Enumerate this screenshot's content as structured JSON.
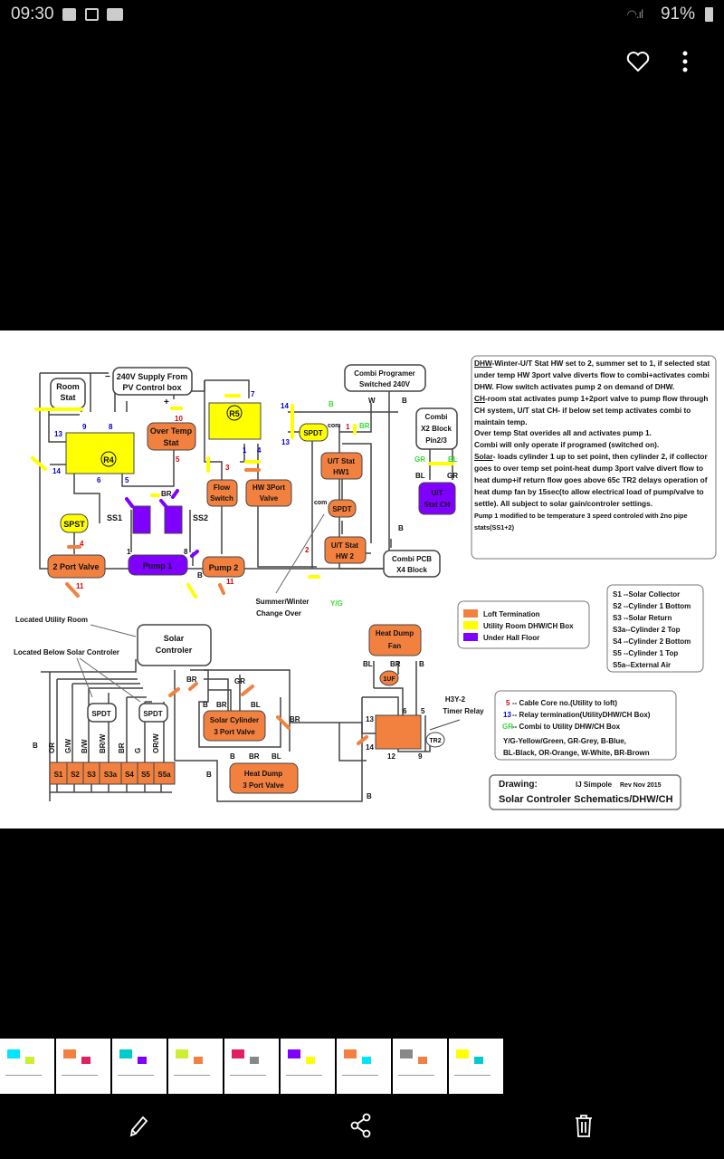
{
  "status_bar": {
    "time": "09:30",
    "notification_icons": [
      "gallery-icon",
      "download-icon",
      "outlook-icon"
    ],
    "battery_percent": "91%"
  },
  "top_bar": {
    "favorite_icon": "heart-icon",
    "menu_icon": "more-vert-icon"
  },
  "diagram": {
    "room_stat": [
      "Room",
      "Stat"
    ],
    "supply": [
      "240V Supply From",
      "PV Control box"
    ],
    "supply_minus": "−",
    "supply_plus": "+",
    "over_temp_stat": [
      "Over Temp",
      "Stat"
    ],
    "relay_r4": "R4",
    "relay_r5": "R5",
    "spst": "SPST",
    "two_port_valve": "2 Port Valve",
    "pump1": "Pump 1",
    "pump2": "Pump 2",
    "ss1": "SS1",
    "ss2": "SS2",
    "flow_switch": [
      "Flow",
      "Switch"
    ],
    "hw_3port_valve": [
      "HW 3Port",
      "Valve"
    ],
    "combi_programmer": [
      "Combi Programer",
      "Switched 240V"
    ],
    "spdt": "SPDT",
    "com": "com",
    "ut_stat_hw1": [
      "U/T Stat",
      "HW1"
    ],
    "ut_stat_hw2": [
      "U/T Stat",
      "HW 2"
    ],
    "combi_x2": [
      "Combi",
      "X2 Block",
      "Pin2/3"
    ],
    "ut_stat_ch": [
      "U/T",
      "Stat CH"
    ],
    "combi_pcb": [
      "Combi PCB",
      "X4 Block"
    ],
    "summer_winter": [
      "Summer/Winter",
      "Change Over"
    ],
    "located_utility": "Located Utility Room",
    "located_below": "Located Below Solar Controler",
    "solar_controller": [
      "Solar",
      "Controler"
    ],
    "solar_cylinder_valve": [
      "Solar Cylinder",
      "3 Port Valve"
    ],
    "heat_dump_valve": [
      "Heat Dump",
      "3 Port Valve"
    ],
    "heat_dump_fan": [
      "Heat Dump",
      "Fan"
    ],
    "tuf": "1UF",
    "timer_relay": [
      "H3Y-2",
      "Timer Relay"
    ],
    "tr2": "TR2",
    "sensor_terminals": [
      "S1",
      "S2",
      "S3",
      "S3a",
      "S4",
      "S5",
      "S5a"
    ],
    "sensor_wires": [
      "OR",
      "G/W",
      "B/W",
      "BR/W",
      "BR",
      "G",
      "OR/W"
    ],
    "wire_labels": {
      "b": "B",
      "br": "BR",
      "bl": "BL",
      "gr": "GR",
      "w": "W",
      "yg": "Y/G"
    },
    "relay_terms_blue": [
      "13",
      "9",
      "8",
      "14",
      "6",
      "5",
      "7",
      "14",
      "13",
      "1",
      "4"
    ],
    "core_nums_red": [
      "10",
      "5",
      "3",
      "4",
      "11",
      "11",
      "1",
      "2"
    ],
    "timer_terms": [
      "13",
      "14",
      "6",
      "5",
      "12",
      "9"
    ],
    "pump_terms": [
      "1",
      "8"
    ]
  },
  "description": {
    "dhw_head": "DHW",
    "dhw_text": "-Winter-U/T Stat HW set to 2, summer set to 1, if selected stat under temp HW 3port valve diverts flow to combi+activates combi DHW. Flow switch activates pump 2 on demand of DHW.",
    "ch_head": "CH",
    "ch_text": "-room stat activates pump 1+2port valve to pump flow through CH system, U/T stat CH- if below set temp activates combi to maintain temp.",
    "over_temp": "Over temp Stat overides all and activates pump 1.",
    "combi_note": "Combi will only operate if programed (switched on).",
    "solar_head": "Solar",
    "solar_text": "- loads cylinder 1 up to set point, then cylinder 2, if collector goes to over temp set point-heat dump 3port valve divert flow to heat dump+if return flow goes above 65c TR2 delays operation of heat dump fan by 15sec(to allow electrical load of pump/valve to settle). All subject to solar gain/controler settings.",
    "pump_note": "Pump 1 modified to be temperature 3 speed controled with 2no pipe stats(SS1+2)"
  },
  "legend": {
    "items": [
      {
        "label": "Loft Termination",
        "color": "#f28140"
      },
      {
        "label": "Utility Room DHW/CH Box",
        "color": "#ffff00"
      },
      {
        "label": "Under Hall Floor",
        "color": "#8000ff"
      }
    ]
  },
  "sensor_legend": [
    "S1  --Solar Collector",
    "S2  --Cylinder 1 Bottom",
    "S3  --Solar Return",
    "S3a--Cylinder 2 Top",
    "S4  --Cylinder 2 Bottom",
    "S5  --Cylinder 1 Top",
    "S5a--External Air"
  ],
  "key": {
    "red_sample": "5",
    "red_text": "-- Cable Core no.(Utility to loft)",
    "blue_sample": "13",
    "blue_text": "-- Relay termination(UtilityDHW/CH Box)",
    "green_sample": "GR",
    "green_text": "-- Combi to Utility DHW/CH Box",
    "colors_line1": "Y/G-Yellow/Green, GR-Grey, B-Blue,",
    "colors_line2": "BL-Black, OR-Orange, W-White, BR-Brown"
  },
  "title_block": {
    "label": "Drawing:",
    "author": "IJ Simpole",
    "rev": "Rev Nov 2015",
    "title": "Solar Controler Schematics/DHW/CH"
  },
  "colors": {
    "orange": "#f28140",
    "yellow": "#ffff00",
    "purple": "#8000ff",
    "red_num": "#e00000",
    "blue_num": "#0000cc",
    "green_wire": "#33dd33"
  },
  "bottom_bar": {
    "edit_icon": "pencil-icon",
    "share_icon": "share-icon",
    "delete_icon": "trash-icon"
  },
  "thumbnails_count": 9
}
